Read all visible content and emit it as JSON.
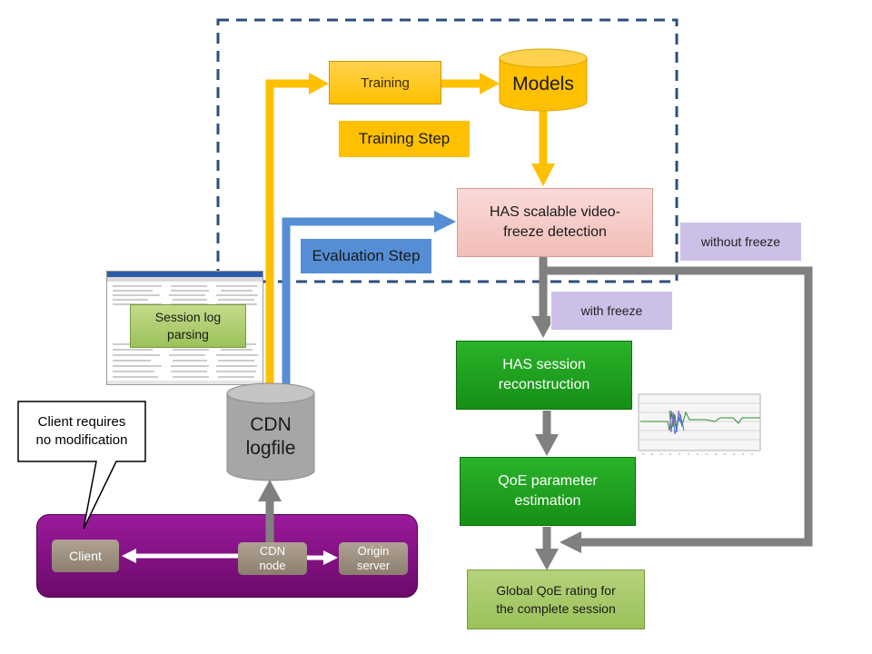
{
  "colors": {
    "dashed_border": "#2c4f7c",
    "yellow_arrow": "#ffc000",
    "blue_arrow": "#558ed5",
    "gray_arrow": "#808080",
    "white_arrow": "#ffffff",
    "training_box": "#ffc000",
    "models_cylinder": "#ffc000",
    "training_step": "#ffc000",
    "evaluation_step": "#558ed5",
    "has_detection": "#f4c7c3",
    "freeze_labels": "#ccc0e8",
    "green_box": "#1fa01f",
    "green_light": "#a6c95e",
    "cdn_cylinder": "#a6a6a6",
    "purple_panel": "#7b0c7b",
    "node_box": "#9e9080"
  },
  "nodes": {
    "training": "Training",
    "models": "Models",
    "training_step": "Training Step",
    "evaluation_step": "Evaluation Step",
    "has_detection": "HAS scalable video-\nfreeze detection",
    "without_freeze": "without freeze",
    "with_freeze": "with freeze",
    "session_log_parsing": "Session log\nparsing",
    "has_reconstruction": "HAS session\nreconstruction",
    "qoe_estimation": "QoE parameter\nestimation",
    "global_qoe": "Global QoE rating for\nthe complete session",
    "cdn_logfile": "CDN\nlogfile",
    "client_callout": "Client requires\nno modification",
    "client": "Client",
    "cdn_node": "CDN\nnode",
    "origin_server": "Origin\nserver"
  },
  "icons": {
    "log_screenshot": "log-file-screenshot-icon",
    "chart_thumbnail": "qoe-chart-thumbnail-icon"
  }
}
